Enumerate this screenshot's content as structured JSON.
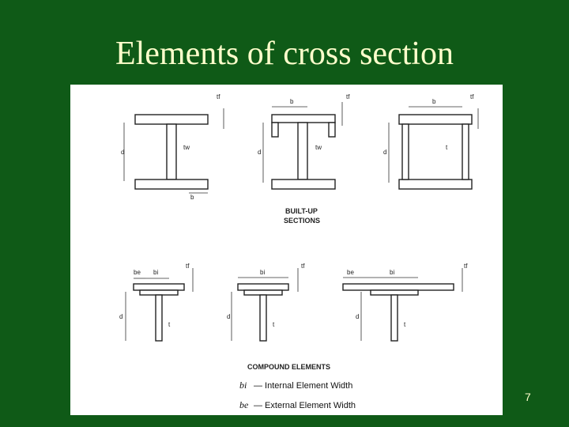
{
  "slide": {
    "title": "Elements of cross section",
    "page_number": "7"
  },
  "figure": {
    "built_up_caption_line1": "BUILT-UP",
    "built_up_caption_line2": "SECTIONS",
    "compound_caption": "COMPOUND ELEMENTS",
    "dim_labels": {
      "tf": "tf",
      "tw": "tw",
      "d": "d",
      "b": "b",
      "bi": "bi",
      "be": "be",
      "t": "t"
    },
    "legend": [
      {
        "symbol": "bi",
        "text": "— Internal Element Width"
      },
      {
        "symbol": "be",
        "text": "— External Element Width"
      }
    ]
  }
}
